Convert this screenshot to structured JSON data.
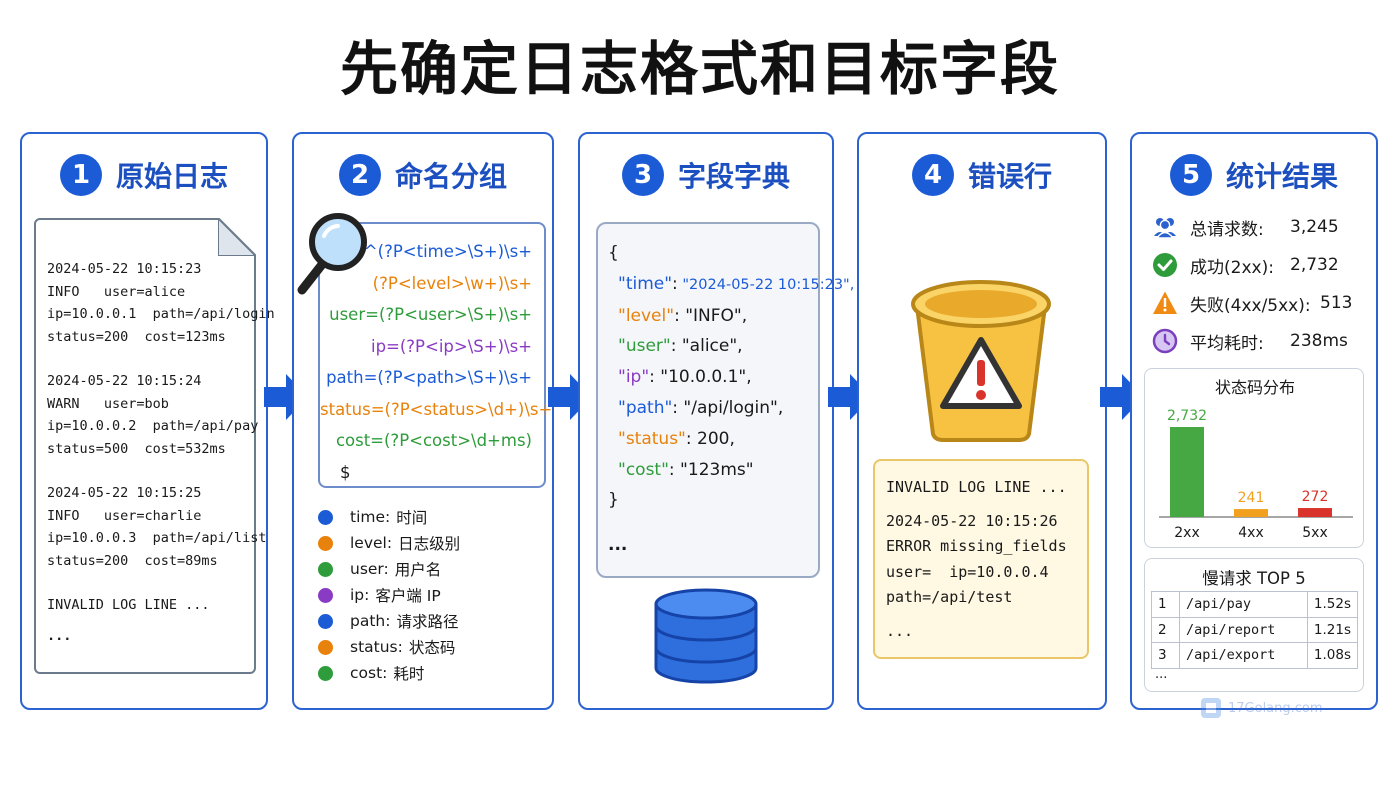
{
  "title": "先确定日志格式和目标字段",
  "colors": {
    "blue": "#1c5bd6",
    "orange": "#e8820c",
    "green": "#2e9c3a",
    "purple": "#8a3bc4",
    "bar_green": "#46a843",
    "bar_orange": "#f2a11f",
    "bar_red": "#d9342b"
  },
  "panels": [
    {
      "num": "1",
      "title": "原始日志"
    },
    {
      "num": "2",
      "title": "命名分组"
    },
    {
      "num": "3",
      "title": "字段字典"
    },
    {
      "num": "4",
      "title": "错误行"
    },
    {
      "num": "5",
      "title": "统计结果"
    }
  ],
  "raw_log": {
    "blocks": [
      [
        "2024-05-22 10:15:23",
        "INFO   user=alice",
        "ip=10.0.0.1  path=/api/login",
        "status=200  cost=123ms"
      ],
      [
        "2024-05-22 10:15:24",
        "WARN   user=bob",
        "ip=10.0.0.2  path=/api/pay",
        "status=500  cost=532ms"
      ],
      [
        "2024-05-22 10:15:25",
        "INFO   user=charlie",
        "ip=10.0.0.3  path=/api/list",
        "status=200  cost=89ms"
      ]
    ],
    "invalid": "INVALID LOG LINE ...",
    "ellipsis": "..."
  },
  "regex": {
    "lines": [
      {
        "text": "^(?P<time>\\S+)\\s+",
        "color": "blue"
      },
      {
        "text": "(?P<level>\\w+)\\s+",
        "color": "orange"
      },
      {
        "text": "user=(?P<user>\\S+)\\s+",
        "color": "green"
      },
      {
        "text": "ip=(?P<ip>\\S+)\\s+",
        "color": "purple"
      },
      {
        "text": "path=(?P<path>\\S+)\\s+",
        "color": "blue"
      },
      {
        "text": "status=(?P<status>\\d+)\\s+",
        "color": "orange"
      },
      {
        "text": "cost=(?P<cost>\\d+ms)",
        "color": "green"
      },
      {
        "text": "$",
        "color": "black"
      }
    ],
    "legend": [
      {
        "key": "time:",
        "desc": "时间",
        "color": "blue"
      },
      {
        "key": "level:",
        "desc": "日志级别",
        "color": "orange"
      },
      {
        "key": "user:",
        "desc": "用户名",
        "color": "green"
      },
      {
        "key": "ip:",
        "desc": "客户端 IP",
        "color": "purple"
      },
      {
        "key": "path:",
        "desc": "请求路径",
        "color": "blue"
      },
      {
        "key": "status:",
        "desc": "状态码",
        "color": "orange"
      },
      {
        "key": "cost:",
        "desc": "耗时",
        "color": "green"
      }
    ]
  },
  "dict": {
    "open": "{",
    "fields": [
      {
        "key": "\"time\"",
        "value": " \"2024-05-22 10:15:23\",",
        "color": "blue"
      },
      {
        "key": "\"level\"",
        "value": " \"INFO\",",
        "color": "orange"
      },
      {
        "key": "\"user\"",
        "value": " \"alice\",",
        "color": "green"
      },
      {
        "key": "\"ip\"",
        "value": " \"10.0.0.1\",",
        "color": "purple"
      },
      {
        "key": "\"path\"",
        "value": " \"/api/login\",",
        "color": "blue"
      },
      {
        "key": "\"status\"",
        "value": " 200,",
        "color": "orange"
      },
      {
        "key": "\"cost\"",
        "value": " \"123ms\"",
        "color": "green"
      }
    ],
    "close": "}",
    "ellipsis": "..."
  },
  "error": {
    "lines": [
      "INVALID LOG LINE ...",
      "",
      "2024-05-22 10:15:26",
      "ERROR missing_fields",
      "user=  ip=10.0.0.4",
      "path=/api/test",
      "",
      "..."
    ]
  },
  "stats": {
    "items": [
      {
        "label": "总请求数:",
        "value": "3,245",
        "icon": "users-icon"
      },
      {
        "label": "成功(2xx):",
        "value": "2,732",
        "icon": "check-icon"
      },
      {
        "label": "失败(4xx/5xx):",
        "value": "513",
        "icon": "warning-icon"
      },
      {
        "label": "平均耗时:",
        "value": "238ms",
        "icon": "clock-icon"
      }
    ]
  },
  "chart_data": {
    "type": "bar",
    "title": "状态码分布",
    "categories": [
      "2xx",
      "4xx",
      "5xx"
    ],
    "values": [
      2732,
      241,
      272
    ],
    "value_labels": [
      "2,732",
      "241",
      "272"
    ],
    "ylim": [
      0,
      2732
    ]
  },
  "slow": {
    "title": "慢请求 TOP 5",
    "rows": [
      {
        "rank": "1",
        "path": "/api/pay",
        "time": "1.52s"
      },
      {
        "rank": "2",
        "path": "/api/report",
        "time": "1.21s"
      },
      {
        "rank": "3",
        "path": "/api/export",
        "time": "1.08s"
      }
    ],
    "ellipsis": "..."
  },
  "watermark": "17Golang.com"
}
